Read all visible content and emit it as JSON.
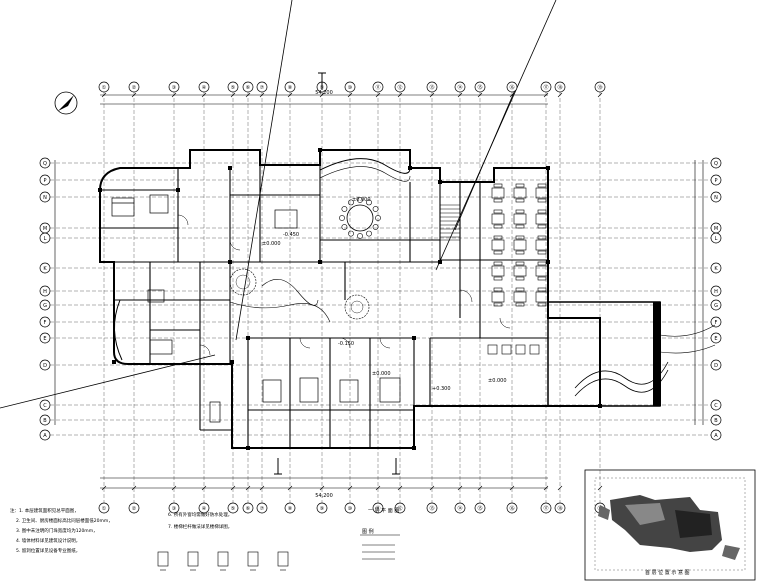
{
  "grid_columns": [
    "①",
    "②",
    "③",
    "④",
    "⑤",
    "⑥",
    "⑦",
    "⑧",
    "⑨",
    "⑩",
    "⑪",
    "⑫",
    "⑬",
    "⑭",
    "⑮",
    "⑯",
    "⑰",
    "⑱",
    "⑲"
  ],
  "grid_rows": [
    "Q",
    "P",
    "N",
    "M",
    "L",
    "K",
    "H",
    "G",
    "F",
    "E",
    "D",
    "C",
    "B",
    "A"
  ],
  "overall_dimension": "54,200",
  "elevations": [
    "±0.000",
    "-0.450",
    "±0.000",
    "±0.000",
    "-0.150",
    "±0.000",
    "+0.300"
  ],
  "legend_title": "图 例",
  "keyplan_caption": "首 层 位 置 示 意 图",
  "plan_title": "一 层 平 面 图",
  "notes_lines": [
    "注：1. 本层建筑面积见总平面图，",
    "2. 卫生间、厨房楼面标高比同层楼面低20mm，",
    "3. 图中未注明的门垛宽度均为120mm，",
    "4. 墙体材料详见建筑设计说明，",
    "5. 留洞位置详见设备专业图纸，",
    "6. 所有外窗均需做好防水处理，",
    "7. 楼梯栏杆做法详见楼梯详图，"
  ],
  "colors": {
    "line": "#000000",
    "background": "#ffffff"
  }
}
